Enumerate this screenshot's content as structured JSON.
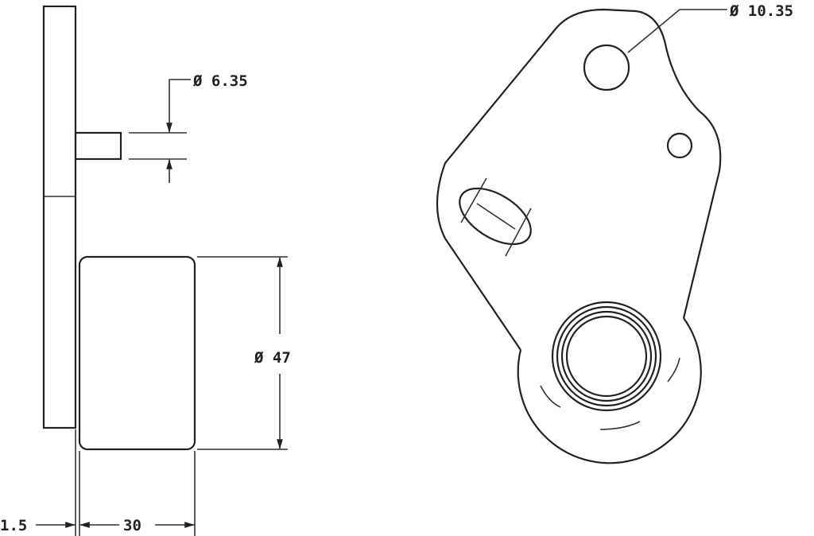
{
  "dimensions": {
    "pin_diameter": "Ø 6.35",
    "hole_diameter": "Ø 10.35",
    "roller_diameter": "Ø 47",
    "plate_thickness": "1.5",
    "roller_width": "30"
  }
}
